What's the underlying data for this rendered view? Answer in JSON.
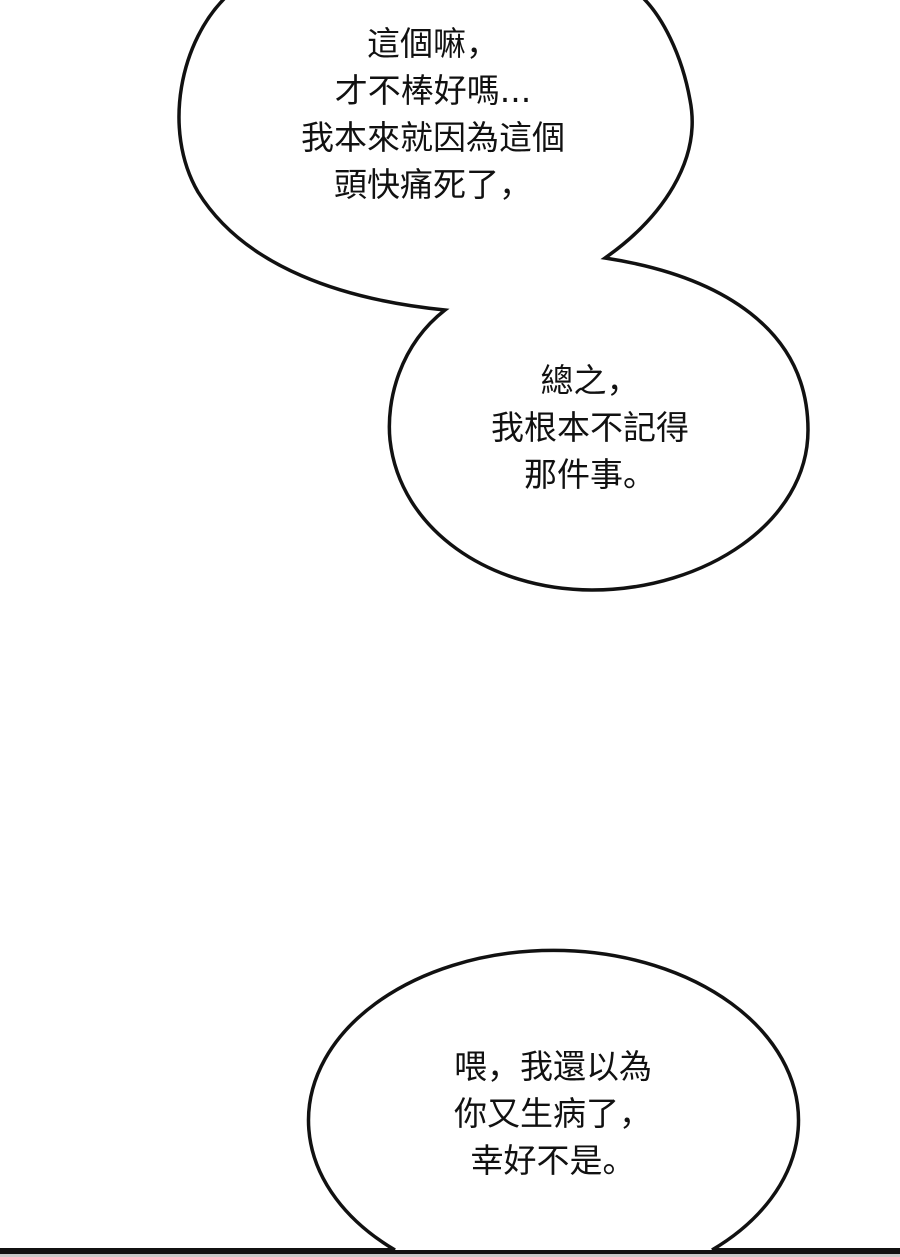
{
  "bubbles": [
    {
      "lines": [
        "這個嘛，",
        "才不棒好嗎...",
        "我本來就因為這個",
        "頭快痛死了，"
      ]
    },
    {
      "lines": [
        "總之，",
        "我根本不記得",
        "那件事。"
      ]
    },
    {
      "lines": [
        "喂，我還以為",
        "你又生病了，",
        "幸好不是。"
      ]
    }
  ]
}
